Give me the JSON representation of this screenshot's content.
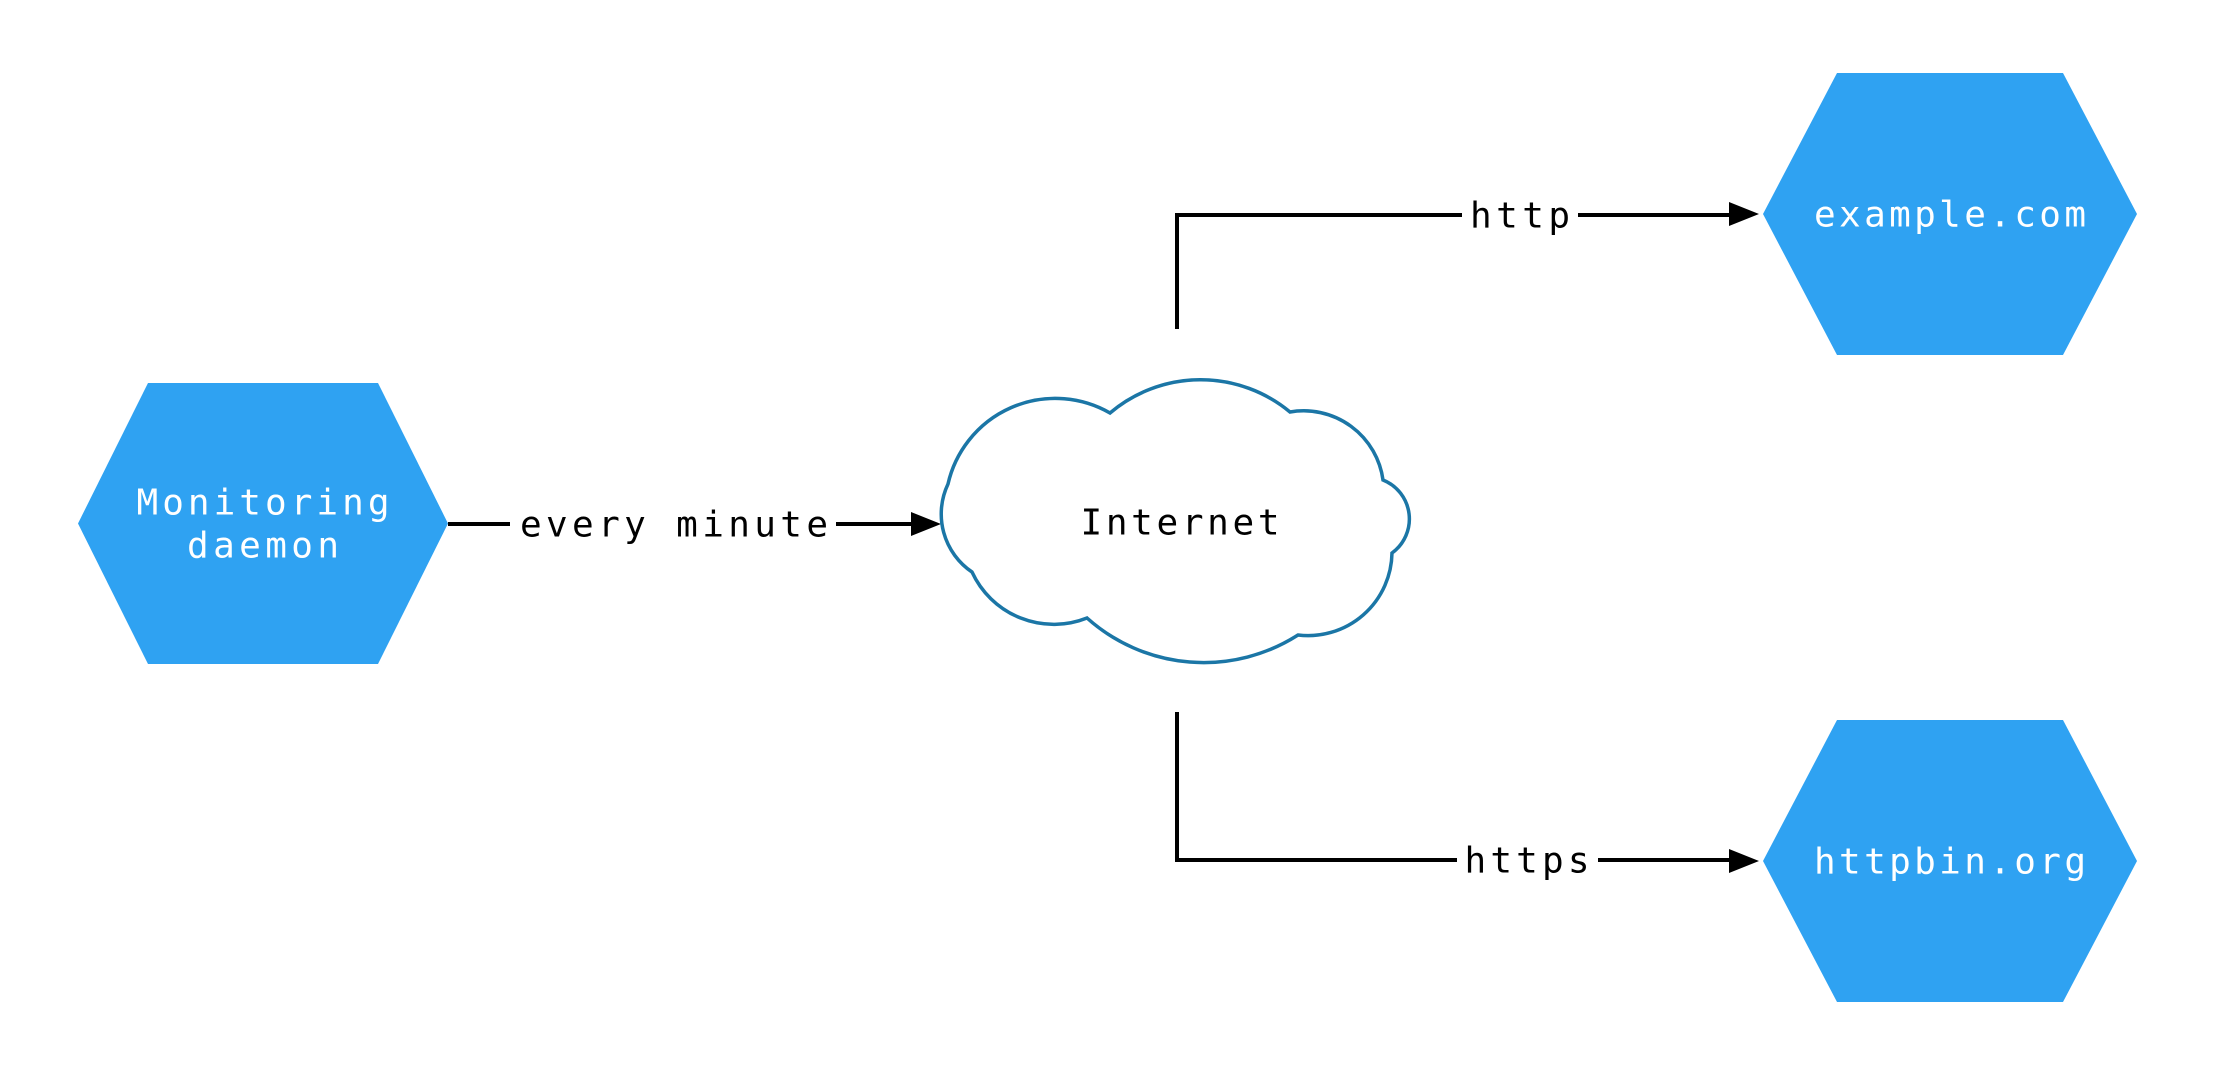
{
  "diagram": {
    "background": "#FFFFFF",
    "colors": {
      "node_fill": "#2FA2F2",
      "node_text": "#FFFFFF",
      "cloud_stroke": "#1B76A6",
      "cloud_fill": "#FFFFFF",
      "edge_color": "#000000",
      "edge_text": "#000000"
    },
    "nodes": {
      "monitoring": {
        "shape": "hexagon",
        "line1": "Monitoring",
        "line2": "daemon"
      },
      "internet": {
        "shape": "cloud",
        "label": "Internet"
      },
      "example": {
        "shape": "hexagon",
        "label": "example.com"
      },
      "httpbin": {
        "shape": "hexagon",
        "label": "httpbin.org"
      }
    },
    "edges": {
      "monitoring_internet": {
        "from": "Monitoring daemon",
        "to": "Internet",
        "label": "every minute",
        "arrow": "filled-triangle"
      },
      "internet_example": {
        "from": "Internet",
        "to": "example.com",
        "label": "http",
        "arrow": "filled-triangle"
      },
      "internet_httpbin": {
        "from": "Internet",
        "to": "httpbin.org",
        "label": "https",
        "arrow": "filled-triangle"
      }
    }
  }
}
